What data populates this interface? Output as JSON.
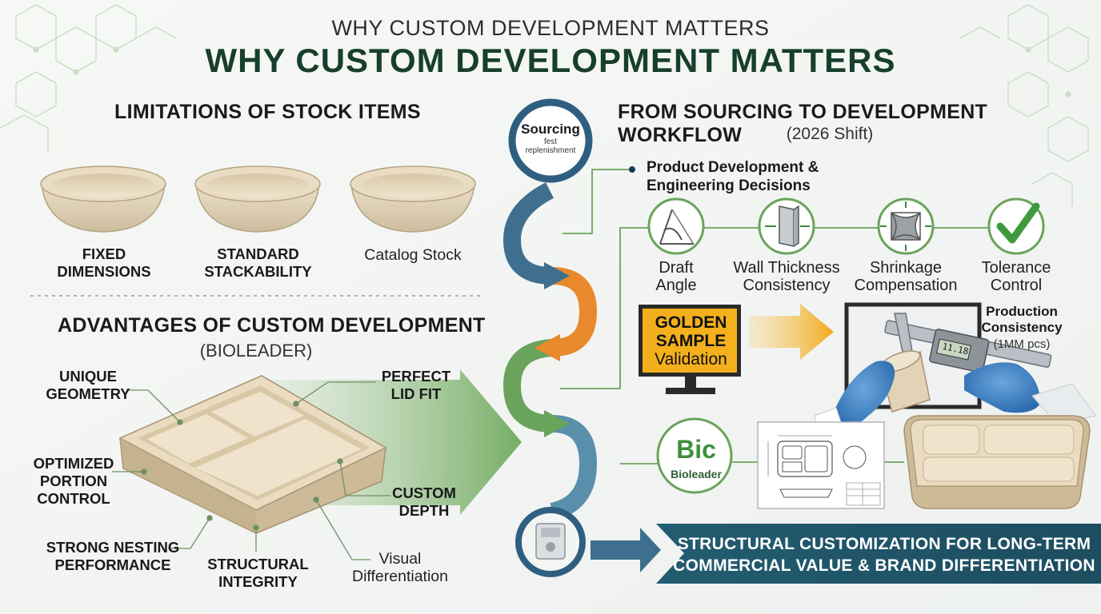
{
  "header": {
    "supertitle": "WHY CUSTOM DEVELOPMENT MATTERS",
    "title": "WHY CUSTOM DEVELOPMENT MATTERS"
  },
  "stock": {
    "heading": "LIMITATIONS OF STOCK ITEMS",
    "labels": [
      "FIXED\nDIMENSIONS",
      "STANDARD\nSTACKABILITY",
      "Catalog Stock"
    ]
  },
  "custom": {
    "heading": "ADVANTAGES OF CUSTOM DEVELOPMENT",
    "subheading": "(BIOLEADER)",
    "callouts": {
      "unique_geometry": "UNIQUE\nGEOMETRY",
      "perfect_lid_fit": "PERFECT\nLID FIT",
      "optimized_portion": "OPTIMIZED\nPORTION\nCONTROL",
      "custom_depth": "CUSTOM\nDEPTH",
      "strong_nesting": "STRONG NESTING\nPERFORMANCE",
      "structural_integrity": "STRUCTURAL\nINTEGRITY",
      "visual_diff": "Visual\nDifferentiation"
    }
  },
  "timeline": {
    "start_title": "Sourcing",
    "start_sub": "fest\nreplenishment"
  },
  "workflow": {
    "heading": "FROM SOURCING TO DEVELOPMENT WORKFLOW",
    "subheading": "(2026 Shift)",
    "decisions_title": "Product Development &\nEngineering Decisions",
    "steps": [
      "Draft\nAngle",
      "Wall Thickness\nConsistency",
      "Shrinkage\nCompensation",
      "Tolerance\nControl"
    ],
    "golden_sample_bold": "GOLDEN\nSAMPLE",
    "golden_sample_sub": "Validation",
    "production_title": "Production\nConsistency",
    "production_sub": "(1MM pcs)",
    "caliper_reading": "11.18",
    "logo_mark": "Bic",
    "logo_name": "Bioleader"
  },
  "banner": {
    "text": "STRUCTURAL CUSTOMIZATION FOR LONG-TERM\nCOMMERCIAL VALUE & BRAND DIFFERENTIATION"
  },
  "colors": {
    "title_green": "#173f2b",
    "accent_green": "#5e9e4e",
    "accent_orange": "#e8892d",
    "accent_blue": "#3f6f8e",
    "banner": "#1f5468",
    "golden_yellow": "#f4b01c"
  }
}
